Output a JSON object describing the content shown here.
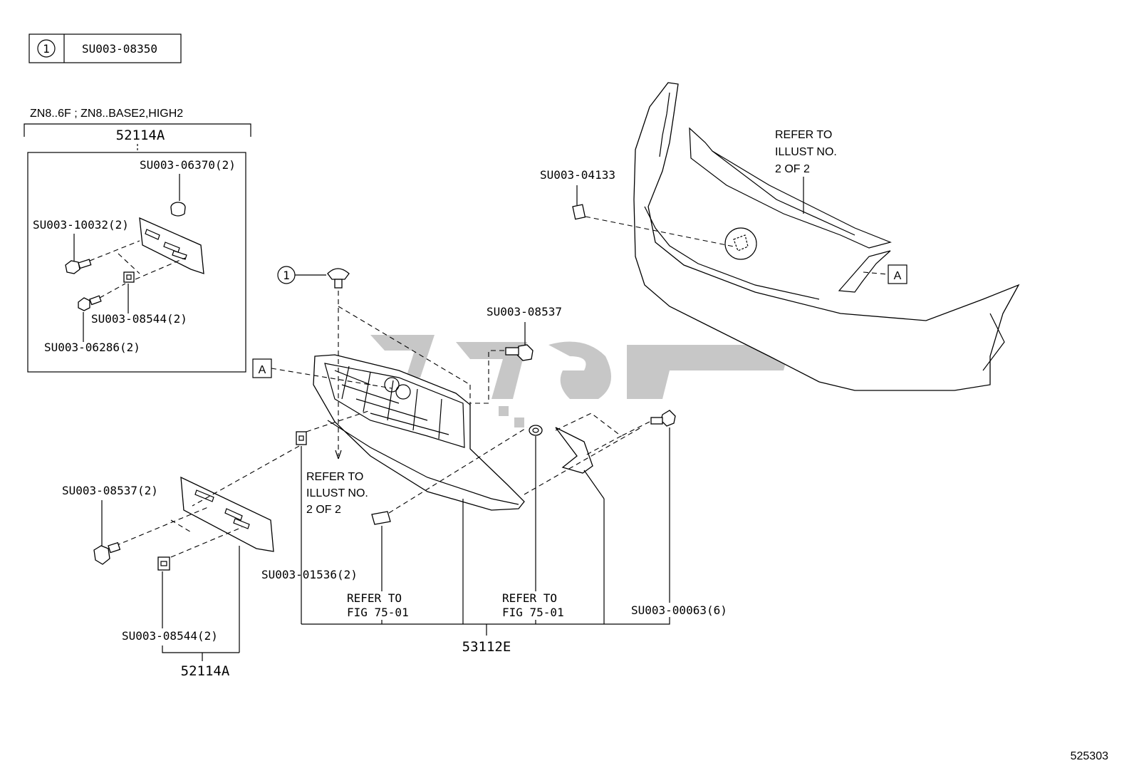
{
  "legend": {
    "symbol": "1",
    "part": "SU003-08350"
  },
  "inset": {
    "condition": "ZN8..6F ; ZN8..BASE2,HIGH2",
    "group": "52114A",
    "parts": [
      "SU003-06370(2)",
      "SU003-10032(2)",
      "SU003-08544(2)",
      "SU003-06286(2)"
    ]
  },
  "callouts": {
    "circle_ref": "1",
    "marker_a": "A",
    "marker_a_bumper": "A",
    "grille_clip": "SU003-08537",
    "bumper_clip": "SU003-04133",
    "lower_bolt": "SU003-08537(2)",
    "lower_nut": "SU003-08544(2)",
    "lower_group": "52114A",
    "clip_01536": "SU003-01536(2)",
    "screw_00063": "SU003-00063(6)",
    "main_group": "53112E"
  },
  "refer_illust": [
    "REFER TO",
    "ILLUST NO.",
    "2 OF 2"
  ],
  "refer_illust_bumper": [
    "REFER TO",
    "ILLUST NO.",
    "2 OF 2"
  ],
  "refer_fig_left": [
    "REFER TO",
    "FIG 75-01"
  ],
  "refer_fig_right": [
    "REFER TO",
    "FIG 75-01"
  ],
  "figure_number": "525303"
}
